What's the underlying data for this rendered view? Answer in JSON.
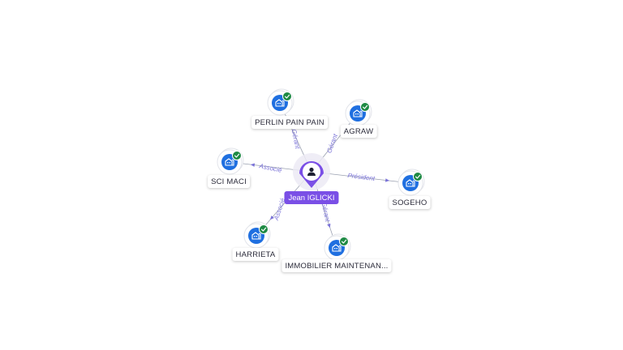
{
  "center": {
    "name": "Jean IGLICKI",
    "icon": "person-icon"
  },
  "companies": [
    {
      "id": "perlin",
      "name": "PERLIN PAIN PAIN",
      "relation": "Gérant",
      "verified": true,
      "icon": "building-icon"
    },
    {
      "id": "agraw",
      "name": "AGRAW",
      "relation": "Gérant",
      "verified": true,
      "icon": "building-icon"
    },
    {
      "id": "sci-maci",
      "name": "SCI MACI",
      "relation": "Associé",
      "verified": true,
      "icon": "building-icon"
    },
    {
      "id": "sogeho",
      "name": "SOGEHO",
      "relation": "Président",
      "verified": true,
      "icon": "building-icon"
    },
    {
      "id": "harrieta",
      "name": "HARRIETA",
      "relation": "Associé",
      "verified": true,
      "icon": "building-icon"
    },
    {
      "id": "immobilier",
      "name": "IMMOBILIER MAINTENAN...",
      "relation": "Gérant",
      "verified": true,
      "icon": "building-icon"
    }
  ],
  "colors": {
    "accent": "#7a4fe6",
    "node_blue": "#1f6fe0",
    "check_green": "#1e8a44",
    "edge": "#9aa0b0",
    "edge_label": "#7a72d8"
  }
}
